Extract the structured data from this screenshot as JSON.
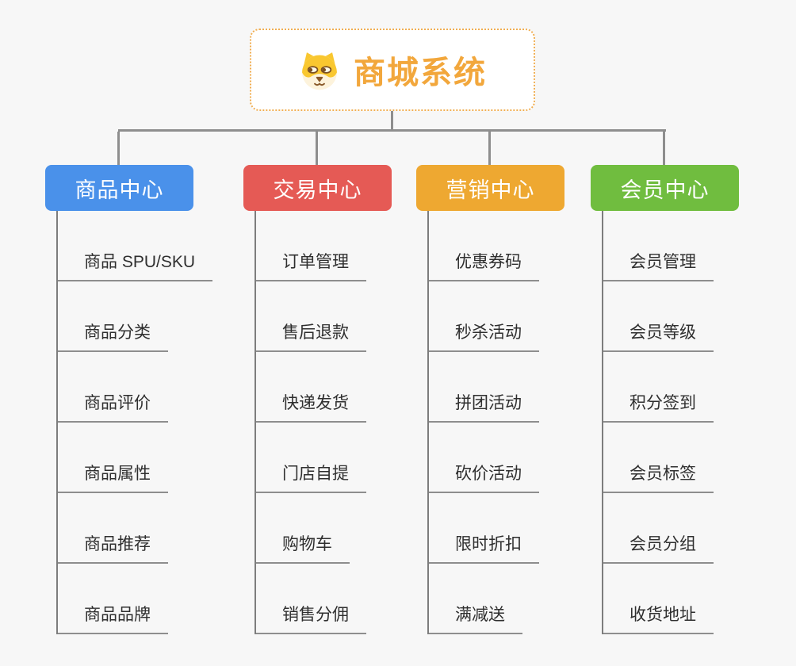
{
  "root": {
    "title": "商城系统",
    "icon": "dog-face-icon"
  },
  "branches": [
    {
      "label": "商品中心",
      "color": "#4a91ea",
      "items": [
        "商品 SPU/SKU",
        "商品分类",
        "商品评价",
        "商品属性",
        "商品推荐",
        "商品品牌"
      ]
    },
    {
      "label": "交易中心",
      "color": "#e55a55",
      "items": [
        "订单管理",
        "售后退款",
        "快递发货",
        "门店自提",
        "购物车",
        "销售分佣"
      ]
    },
    {
      "label": "营销中心",
      "color": "#eea831",
      "items": [
        "优惠券码",
        "秒杀活动",
        "拼团活动",
        "砍价活动",
        "限时折扣",
        "满减送"
      ]
    },
    {
      "label": "会员中心",
      "color": "#70bd3f",
      "items": [
        "会员管理",
        "会员等级",
        "积分签到",
        "会员标签",
        "会员分组",
        "收货地址"
      ]
    }
  ],
  "colors": {
    "background": "#f7f7f7",
    "root_text": "#f2a73c",
    "root_border": "#f0ae52",
    "connector": "#8e8e8e",
    "trunk": "#7d7d7d",
    "underline": "#8e8e8e",
    "item_text": "#2f2f2f",
    "branch_text": "#ffffff"
  }
}
